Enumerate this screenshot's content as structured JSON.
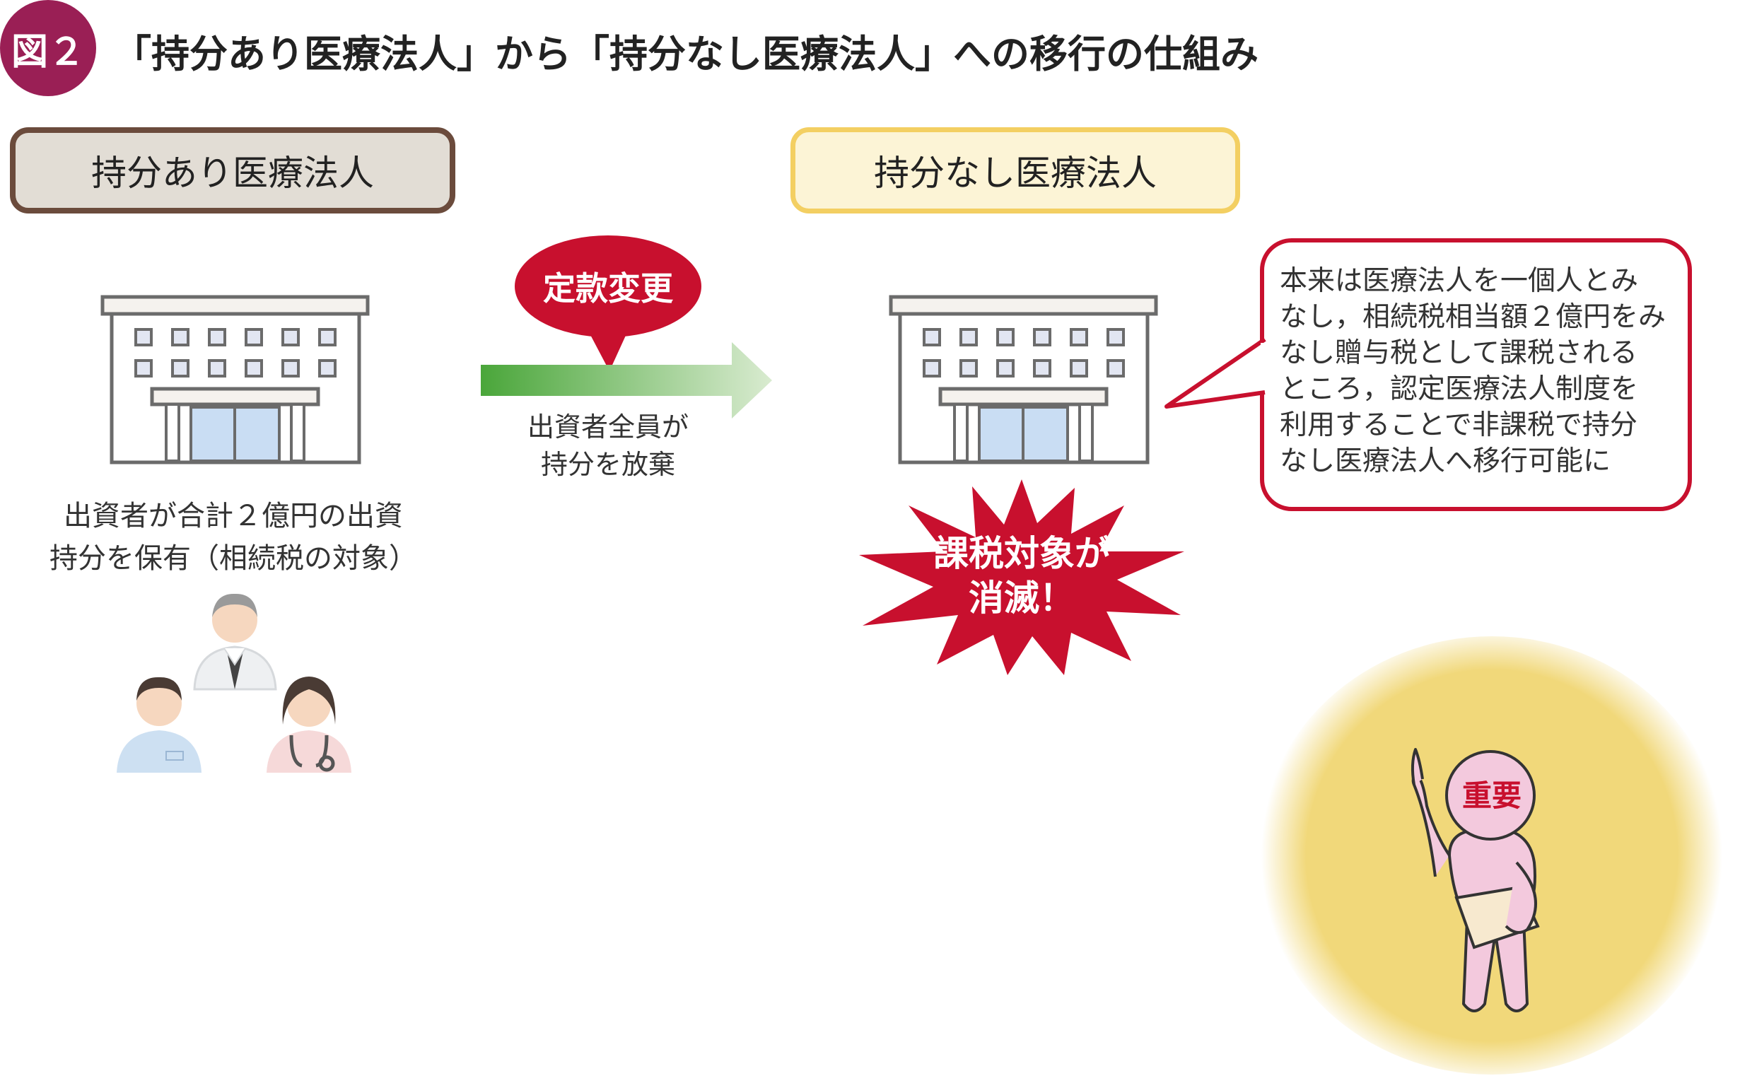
{
  "figure": {
    "badge": "図２",
    "title": "「持分あり医療法人」から「持分なし医療法人」への移行の仕組み"
  },
  "left": {
    "box_label": "持分あり医療法人",
    "description_lines": [
      "出資者が合計２億円の出資",
      "持分を保有（相続税の対象）"
    ]
  },
  "middle": {
    "bubble_label": "定款変更",
    "caption_lines": [
      "出資者全員が",
      "持分を放棄"
    ]
  },
  "right": {
    "box_label": "持分なし医療法人",
    "burst_lines": [
      "課税対象が",
      "消滅！"
    ],
    "callout_lines": [
      "本来は医療法人を一個人とみ",
      "なし，相続税相当額２億円をみ",
      "なし贈与税として課税される",
      "ところ，認定医療法人制度を",
      "利用することで非課税で持分",
      "なし医療法人へ移行可能に"
    ]
  },
  "mascot": {
    "label": "重要"
  },
  "colors": {
    "badge": "#9a1f55",
    "left_box_border": "#6b4b3c",
    "left_box_fill": "#e2ddd5",
    "right_box_border": "#f3cf62",
    "right_box_fill": "#fcf4d6",
    "accent_red": "#c8102e",
    "arrow_green": "#4aa63a",
    "glow_yellow": "#f1d87a"
  }
}
